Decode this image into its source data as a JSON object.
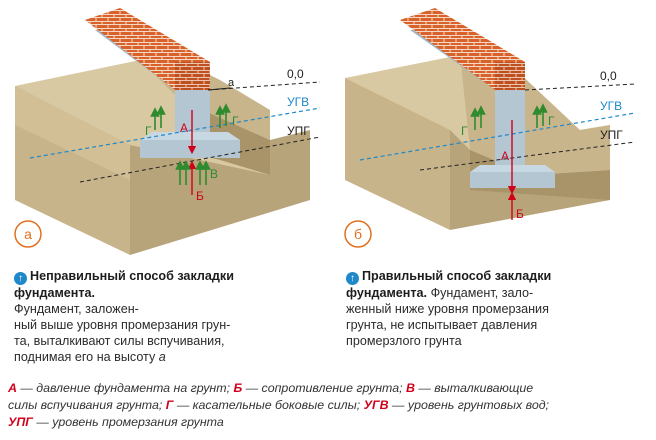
{
  "left_diagram": {
    "marker": "а",
    "level_zero": "0,0",
    "ugv": "УГВ",
    "upg": "УПГ",
    "height_label": "а",
    "force_a": "А",
    "force_b": "Б",
    "force_v": "В",
    "force_g_left": "Г",
    "force_g_right": "Г"
  },
  "right_diagram": {
    "marker": "б",
    "level_zero": "0,0",
    "ugv": "УГВ",
    "upg": "УПГ",
    "force_a": "А",
    "force_b": "Б",
    "force_g_left": "Г",
    "force_g_right": "Г"
  },
  "captions": {
    "left": {
      "title": "Неправильный способ закладки фундамента.",
      "line1": "Фундамент, заложен-",
      "line2": "ный выше уровня промерзания грун-",
      "line3": "та, выталкивают силы вспучивания,",
      "line4": "поднимая его на высоту",
      "line4_var": "а"
    },
    "right": {
      "title1": "Правильный способ закладки",
      "title2": "фундамента.",
      "line1": "Фундамент, зало-",
      "line2": "женный ниже уровня промерзания",
      "line3": "грунта, не испытывает давления",
      "line4": "промерзлого грунта"
    }
  },
  "legend": {
    "a_key": "А",
    "a_text": " — давление фундамента на грунт; ",
    "b_key": "Б",
    "b_text": " — сопротивление грунта; ",
    "v_key": "В",
    "v_text": " — выталкивающие",
    "v_text2": "силы вспучивания грунта; ",
    "g_key": "Г",
    "g_text": " — касательные боковые силы; ",
    "ugv_key": "УГВ",
    "ugv_text": " — уровень грунтовых вод;",
    "upg_key": "УПГ",
    "upg_text": " — уровень промерзания грунта"
  },
  "colors": {
    "soil_top": "#d9c9a3",
    "soil_front": "#c7b48b",
    "soil_side": "#b8a47a",
    "concrete": "#b4c6d2",
    "concrete_dark": "#93a9b8",
    "brick": "#d9622b",
    "ugv_line": "#1e88c9",
    "force_red": "#d0021b",
    "force_green": "#2e8b2e"
  }
}
